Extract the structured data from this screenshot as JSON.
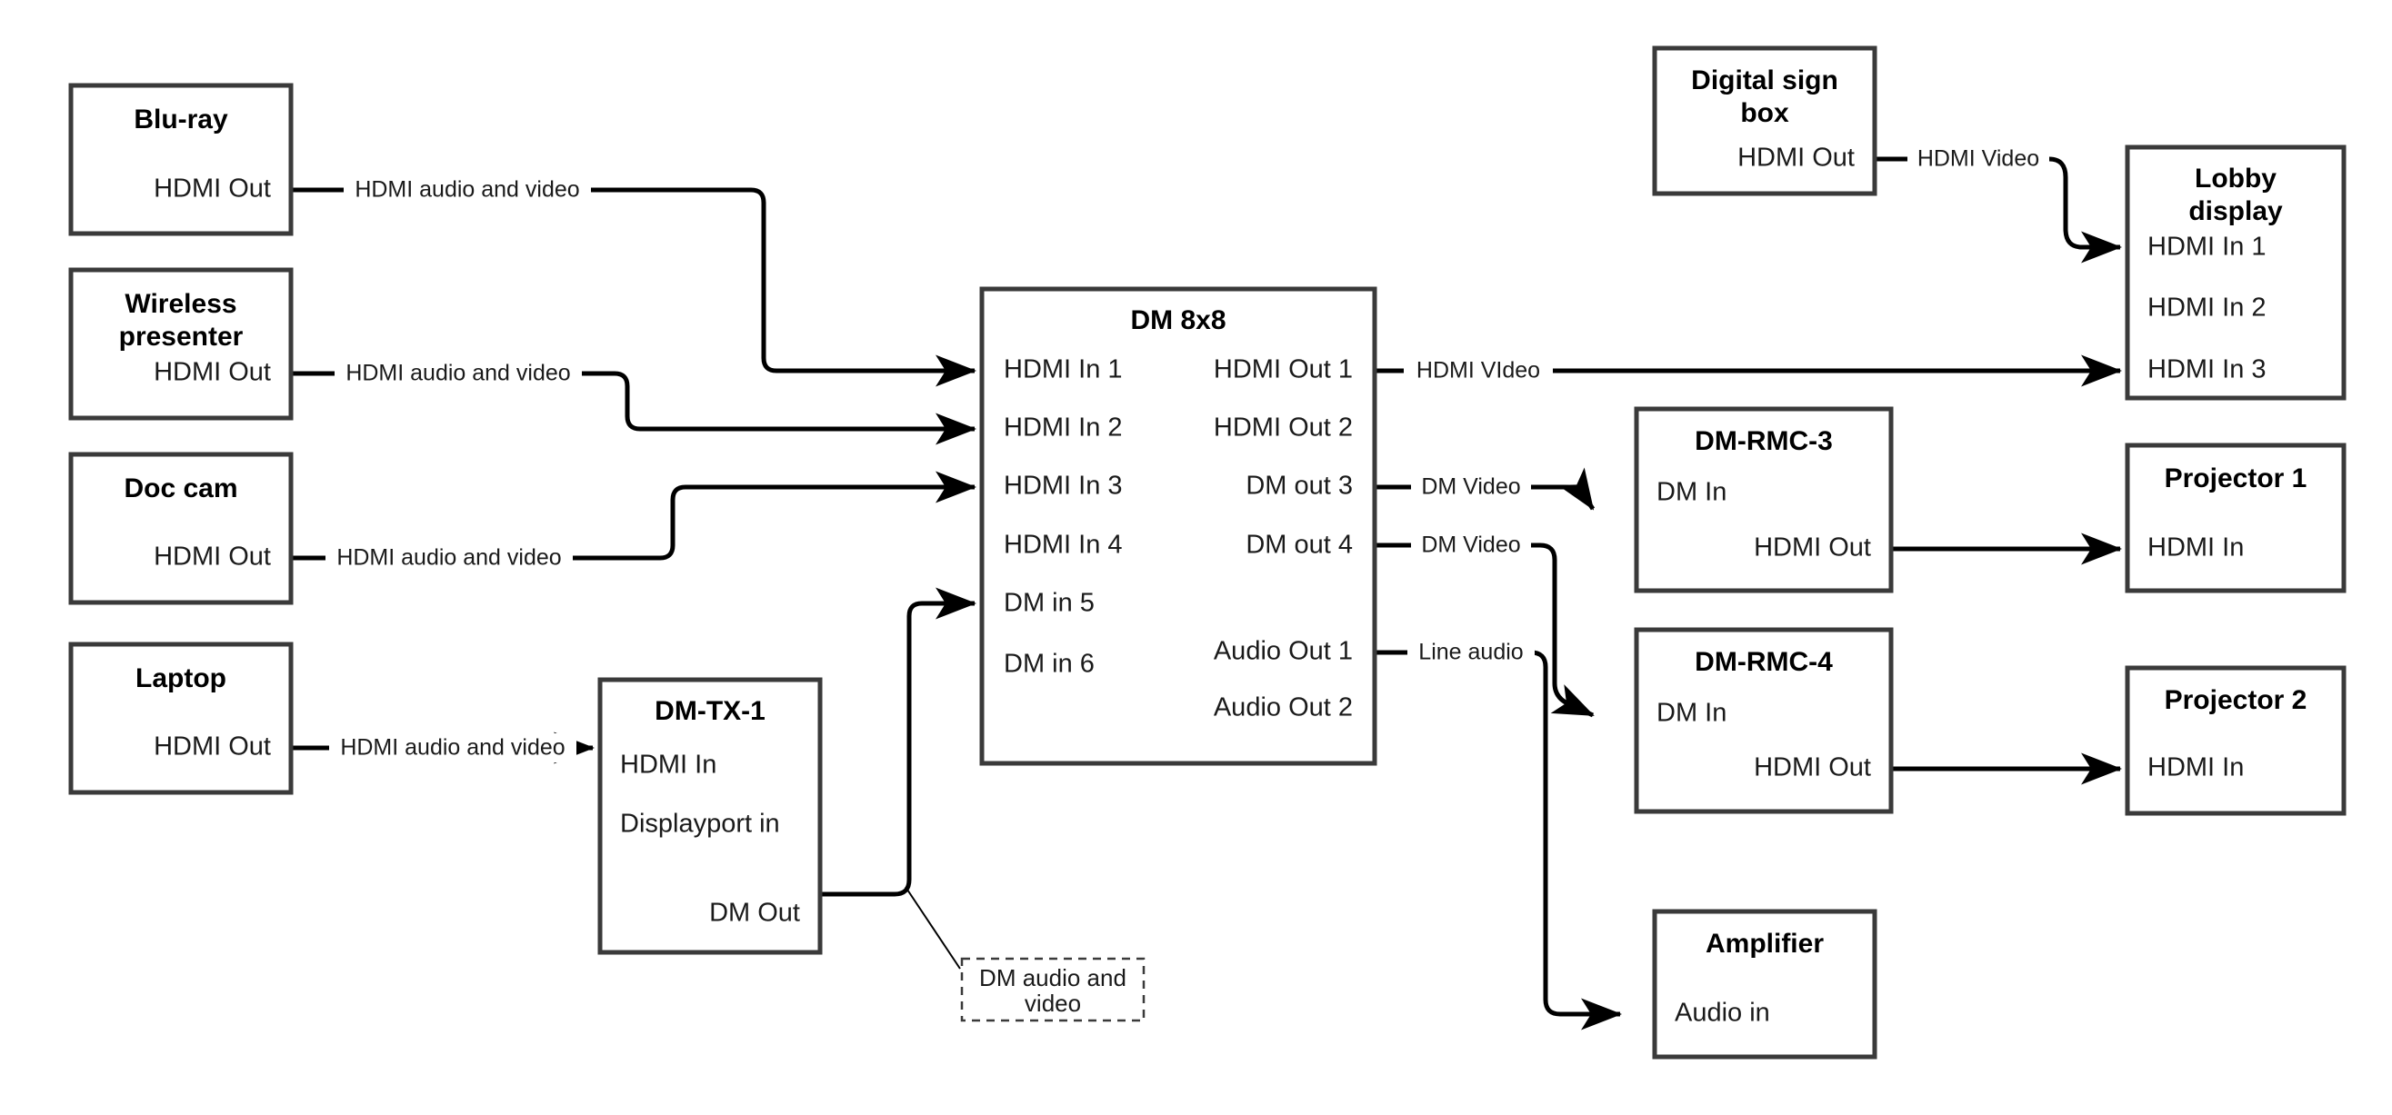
{
  "diagram": {
    "type": "av-signal-flow-diagram",
    "background": "#ffffff",
    "line_color": "#000000",
    "box_border_color": "#3a3a3a"
  },
  "nodes": {
    "bluray": {
      "title": "Blu-ray",
      "ports_right": [
        "HDMI Out"
      ]
    },
    "wireless_presenter": {
      "title_line1": "Wireless",
      "title_line2": "presenter",
      "ports_right": [
        "HDMI Out"
      ]
    },
    "doc_cam": {
      "title": "Doc cam",
      "ports_right": [
        "HDMI Out"
      ]
    },
    "laptop": {
      "title": "Laptop",
      "ports_right": [
        "HDMI Out"
      ]
    },
    "dm_tx_1": {
      "title": "DM-TX-1",
      "ports_left": [
        "HDMI In",
        "Displayport in"
      ],
      "ports_right": [
        "DM Out"
      ]
    },
    "dm_8x8": {
      "title": "DM 8x8",
      "ports_left": [
        "HDMI In 1",
        "HDMI In 2",
        "HDMI In 3",
        "HDMI In 4",
        "DM in 5",
        "DM in 6"
      ],
      "ports_right": [
        "HDMI Out 1",
        "HDMI Out 2",
        "DM out 3",
        "DM out 4",
        "Audio Out 1",
        "Audio Out 2"
      ]
    },
    "digital_sign_box": {
      "title_line1": "Digital sign",
      "title_line2": "box",
      "ports_right": [
        "HDMI Out"
      ]
    },
    "lobby_display": {
      "title_line1": "Lobby",
      "title_line2": "display",
      "ports_left": [
        "HDMI In 1",
        "HDMI In 2",
        "HDMI In 3"
      ]
    },
    "dm_rmc_3": {
      "title": "DM-RMC-3",
      "ports_left": [
        "DM In"
      ],
      "ports_right": [
        "HDMI Out"
      ]
    },
    "dm_rmc_4": {
      "title": "DM-RMC-4",
      "ports_left": [
        "DM In"
      ],
      "ports_right": [
        "HDMI Out"
      ]
    },
    "projector_1": {
      "title": "Projector 1",
      "ports_left": [
        "HDMI In"
      ]
    },
    "projector_2": {
      "title": "Projector 2",
      "ports_left": [
        "HDMI In"
      ]
    },
    "amplifier": {
      "title": "Amplifier",
      "ports_left": [
        "Audio in"
      ]
    }
  },
  "notes": {
    "dm_audio_video": {
      "line1": "DM audio and",
      "line2": "video"
    }
  },
  "edges": {
    "bluray_to_dm": "HDMI audio and video",
    "wireless_to_dm": "HDMI audio and video",
    "doccam_to_dm": "HDMI audio and video",
    "laptop_to_tx": "HDMI audio and video",
    "dm_out1_to_lobby": "HDMI VIdeo",
    "dm_out3_to_rmc3": "DM Video",
    "dm_out4_to_rmc4": "DM Video",
    "dm_audio1_to_amp": "Line audio",
    "sign_to_lobby": "HDMI Video"
  }
}
